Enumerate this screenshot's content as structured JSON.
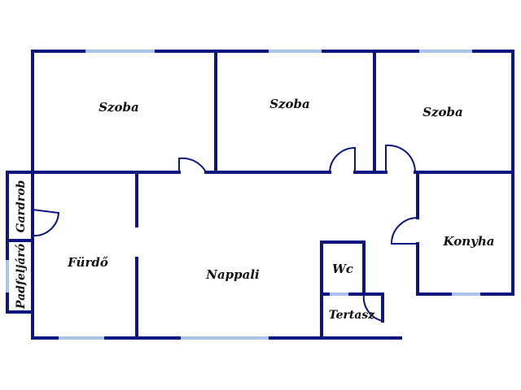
{
  "colors": {
    "wall": "#0d1680",
    "window": "#aac4e8",
    "background": "#ffffff",
    "text": "#111111"
  },
  "rooms": {
    "szoba_1": "Szoba",
    "szoba_2": "Szoba",
    "szoba_3": "Szoba",
    "gardrob": "Gardrob",
    "padfeljaro": "Padfeljáró",
    "furdo": "Fürdő",
    "nappali": "Nappali",
    "wc": "Wc",
    "konyha": "Konyha",
    "tertasz": "Tertasz"
  }
}
